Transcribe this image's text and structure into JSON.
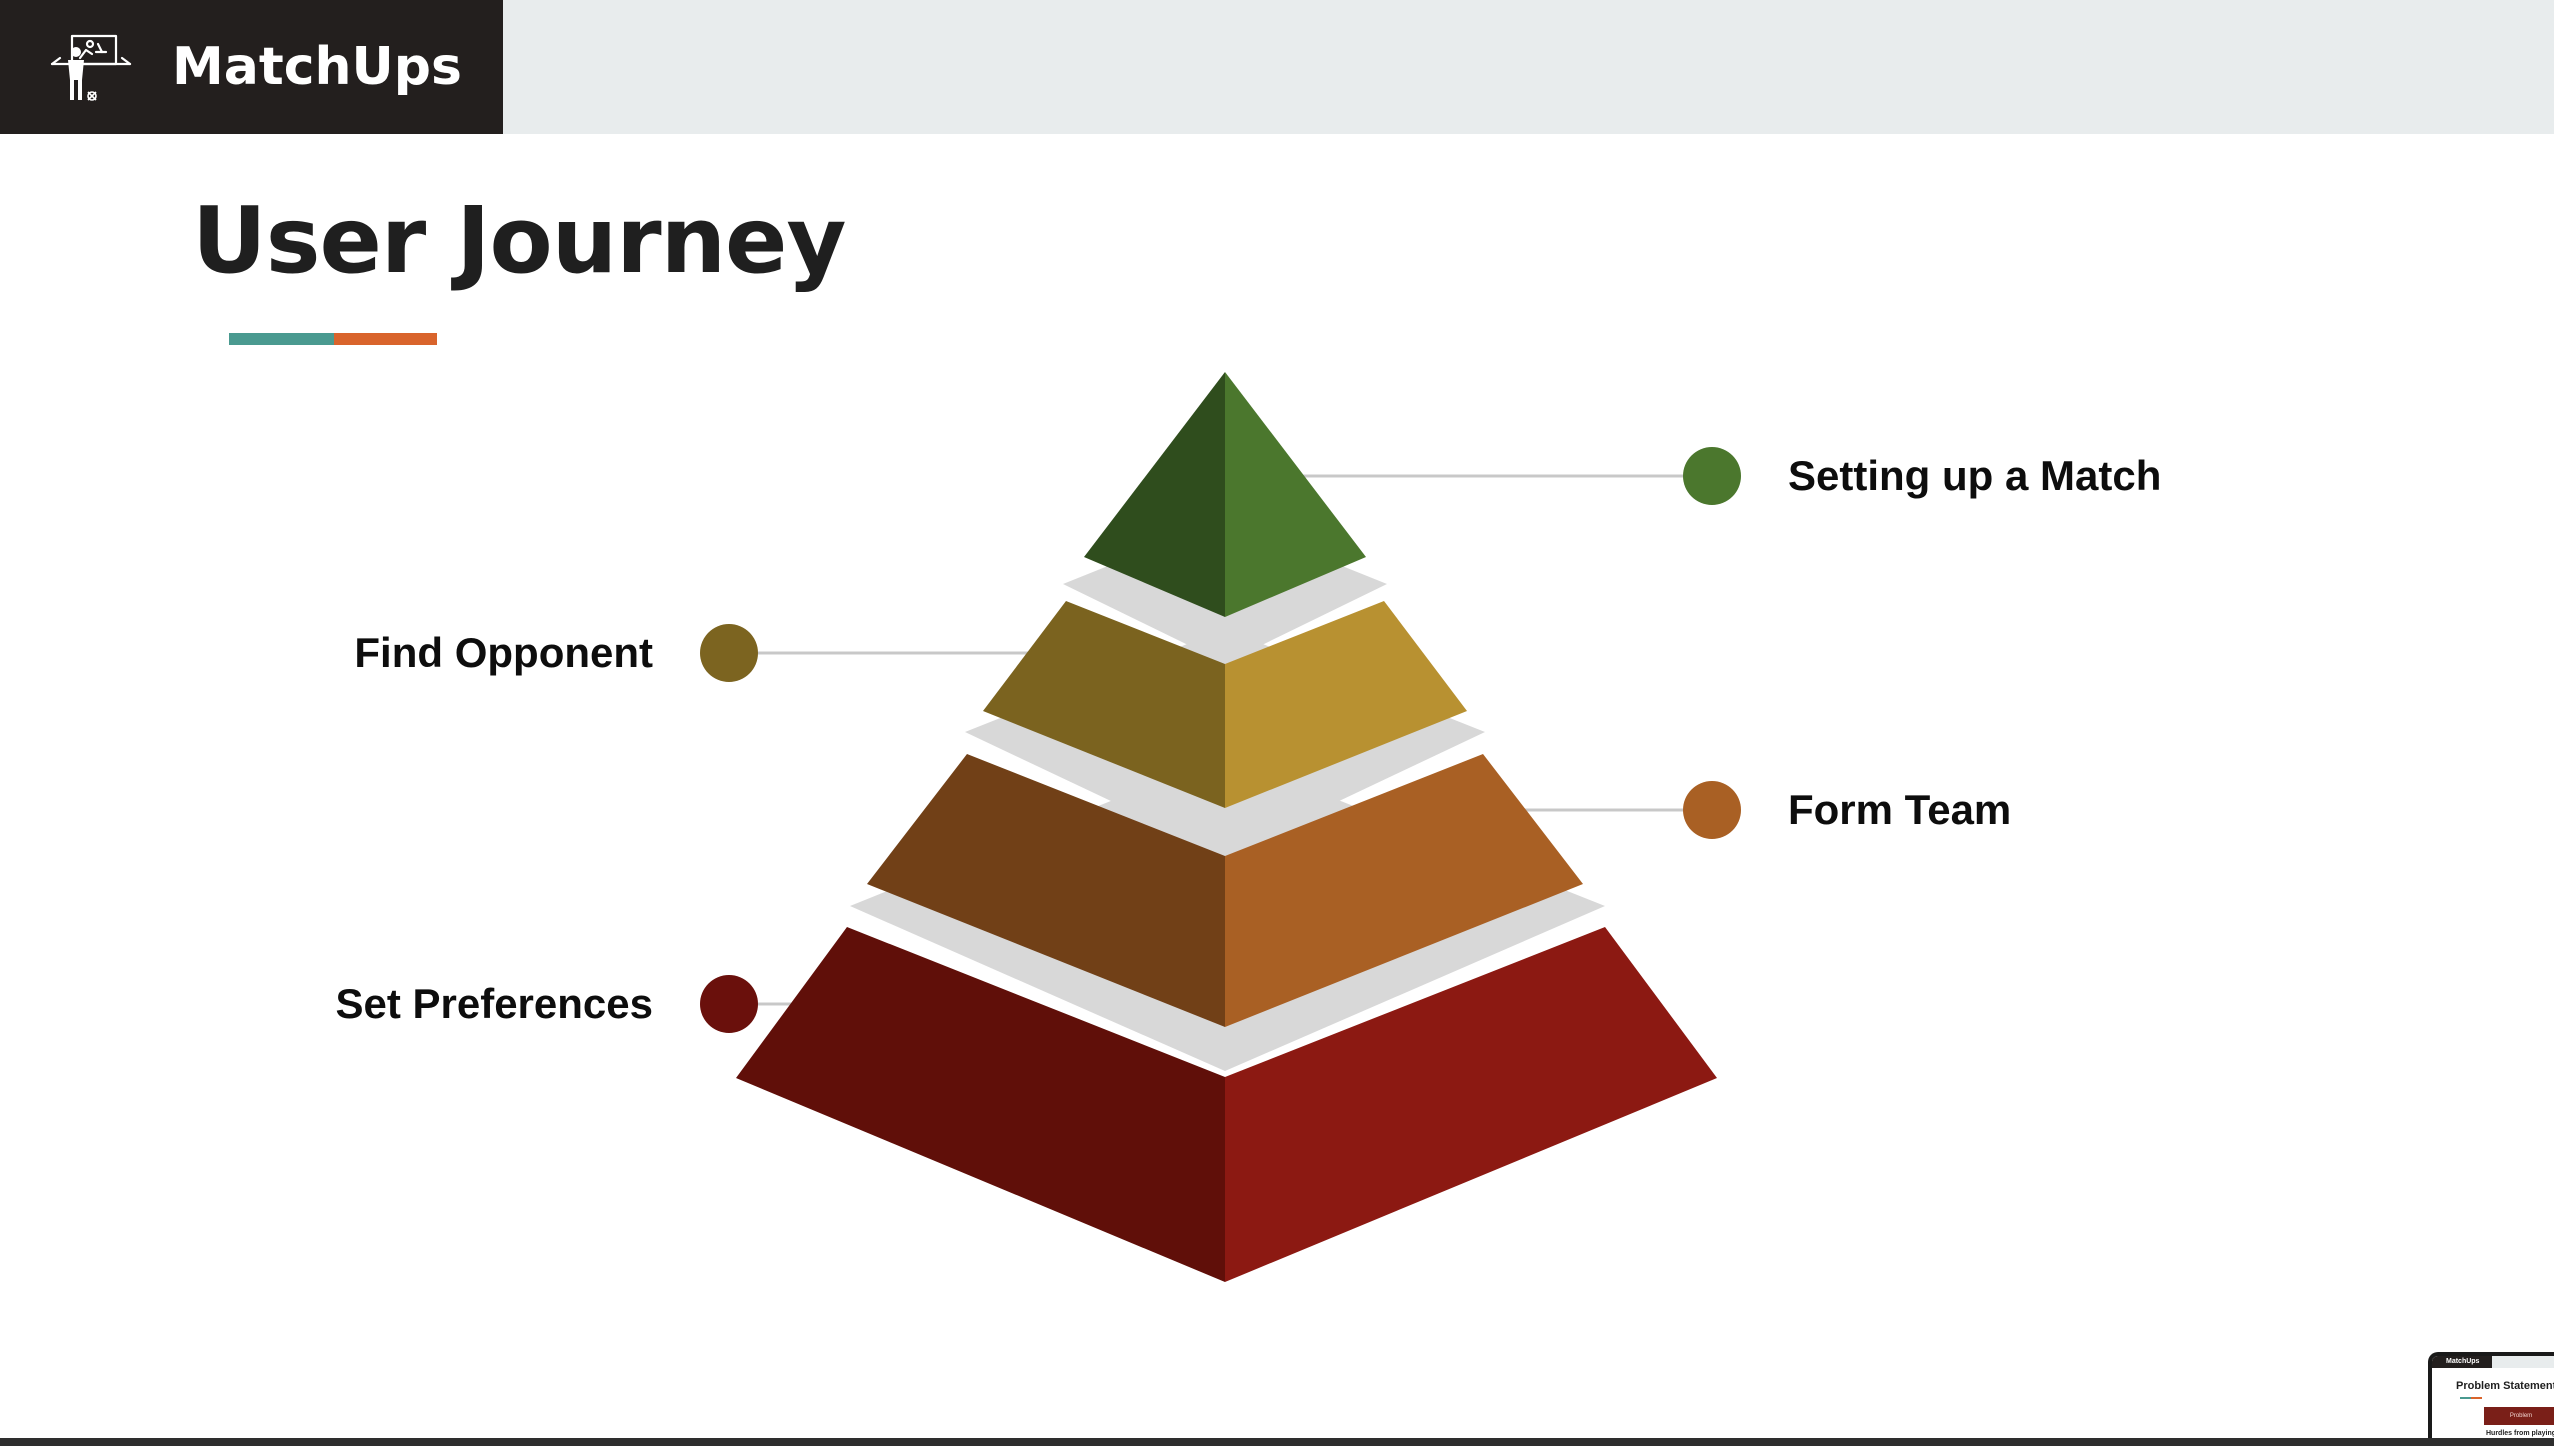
{
  "header": {
    "brand_name": "MatchUps",
    "logo_icon": "whiteboard-coach-icon"
  },
  "page": {
    "title": "User Journey"
  },
  "colors": {
    "underline_left": "#4a9a90",
    "underline_right": "#d9642c",
    "step_match": "#4b772d",
    "step_opponent": "#7c6420",
    "step_team": "#a96024",
    "step_preferences": "#6a100c"
  },
  "steps": [
    {
      "label": "Setting up a Match",
      "level": 1
    },
    {
      "label": "Find Opponent",
      "level": 2
    },
    {
      "label": "Form Team",
      "level": 3
    },
    {
      "label": "Set Preferences",
      "level": 4
    }
  ],
  "thumbnail": {
    "brand": "MatchUps",
    "title": "Problem Statement",
    "card": "Problem",
    "body": "Hurdles from playing more sports"
  }
}
